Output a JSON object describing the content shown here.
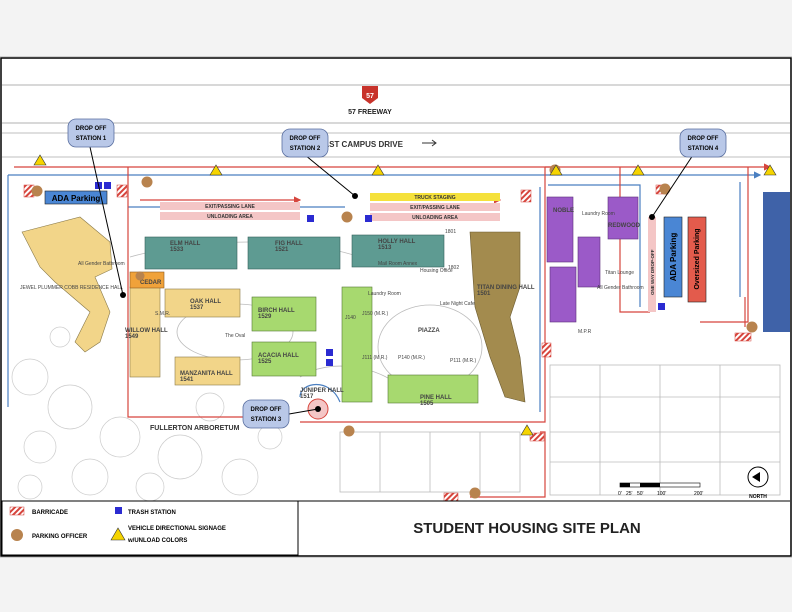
{
  "title": "STUDENT HOUSING SITE PLAN",
  "highway": {
    "shield": "57",
    "name": "57 FREEWAY"
  },
  "road": {
    "name": "EAST CAMPUS DRIVE"
  },
  "drop_off": [
    {
      "id": "1",
      "line1": "DROP OFF",
      "line2": "STATION 1"
    },
    {
      "id": "2",
      "line1": "DROP OFF",
      "line2": "STATION 2"
    },
    {
      "id": "3",
      "line1": "DROP OFF",
      "line2": "STATION 3"
    },
    {
      "id": "4",
      "line1": "DROP OFF",
      "line2": "STATION 4"
    }
  ],
  "lanes": {
    "exit_passing": "EXIT/PASSING LANE",
    "unloading": "UNLOADING AREA",
    "truck": "TRUCK STAGING",
    "one_way": "ONE WAY DROP-OFF"
  },
  "parking": {
    "ada1": "ADA Parking",
    "ada2": "ADA Parking",
    "oversized": "Oversized Parking"
  },
  "buildings": {
    "jewel": "JEWEL PLUMMER COBB RESIDENCE HALL",
    "cedar": "CEDAR",
    "oak": "OAK HALL\n1537",
    "smr": "S.M.R.",
    "willow": "WILLOW HALL\n1549",
    "oval": "The Oval",
    "manzanita": "MANZANITA HALL\n1541",
    "elm": "ELM HALL\n1533",
    "fig": "FIG HALL\n1521",
    "holly": "HOLLY HALL\n1513",
    "birch": "BIRCH HALL\n1529",
    "acacia": "ACACIA HALL\n1525",
    "juniper": "JUNIPER HALL\n1517",
    "pine": "PINE HALL\n1505",
    "titan_dining": "TITAN DINING HALL\n1501",
    "mail_room": "Mail Room Annex",
    "housing_office": "Housing Office",
    "late_night": "Late Night Cafe",
    "piazza": "PIAZZA",
    "laundry1": "Laundry Room",
    "j150": "J150 (M.R.)",
    "j111": "J111 (M.R.)",
    "p140": "P140 (M.R.)",
    "p111": "P111 (M.R.)",
    "j140": "J140",
    "all_gender1": "All Gender Bathroom",
    "noble": "NOBLE",
    "laundry2": "Laundry Room",
    "redwood": "REDWOOD",
    "titan_lounge": "Titan Lounge",
    "all_gender2": "All Gender Bathroom",
    "mpr": "M.P.R",
    "arboretum": "FULLERTON ARBORETUM",
    "b1801": "1801",
    "b1802": "1802"
  },
  "scale": {
    "t0": "0'",
    "t1": "25'",
    "t2": "50'",
    "t3": "100'",
    "t4": "200'"
  },
  "north": "NORTH",
  "legend": {
    "barricade": "BARRICADE",
    "trash": "TRASH STATION",
    "officer": "PARKING OFFICER",
    "signage_line1": "VEHICLE DIRECTIONAL SIGNAGE",
    "signage_line2": "w/UNLOAD COLORS"
  },
  "colors": {
    "route_red": "#d6453d",
    "route_blue": "#4a7fc1",
    "officer": "#b8834e",
    "trash": "#2b2bd1",
    "teal_halls": "#5e9b92",
    "green_halls": "#a7d96f",
    "yellow_halls": "#f2d589",
    "purple_halls": "#9b5ac8",
    "dining": "#a38b4e",
    "ada_blue": "#4a86d4",
    "oversized_red": "#e35b4c",
    "truck_yellow": "#f5e13b"
  }
}
